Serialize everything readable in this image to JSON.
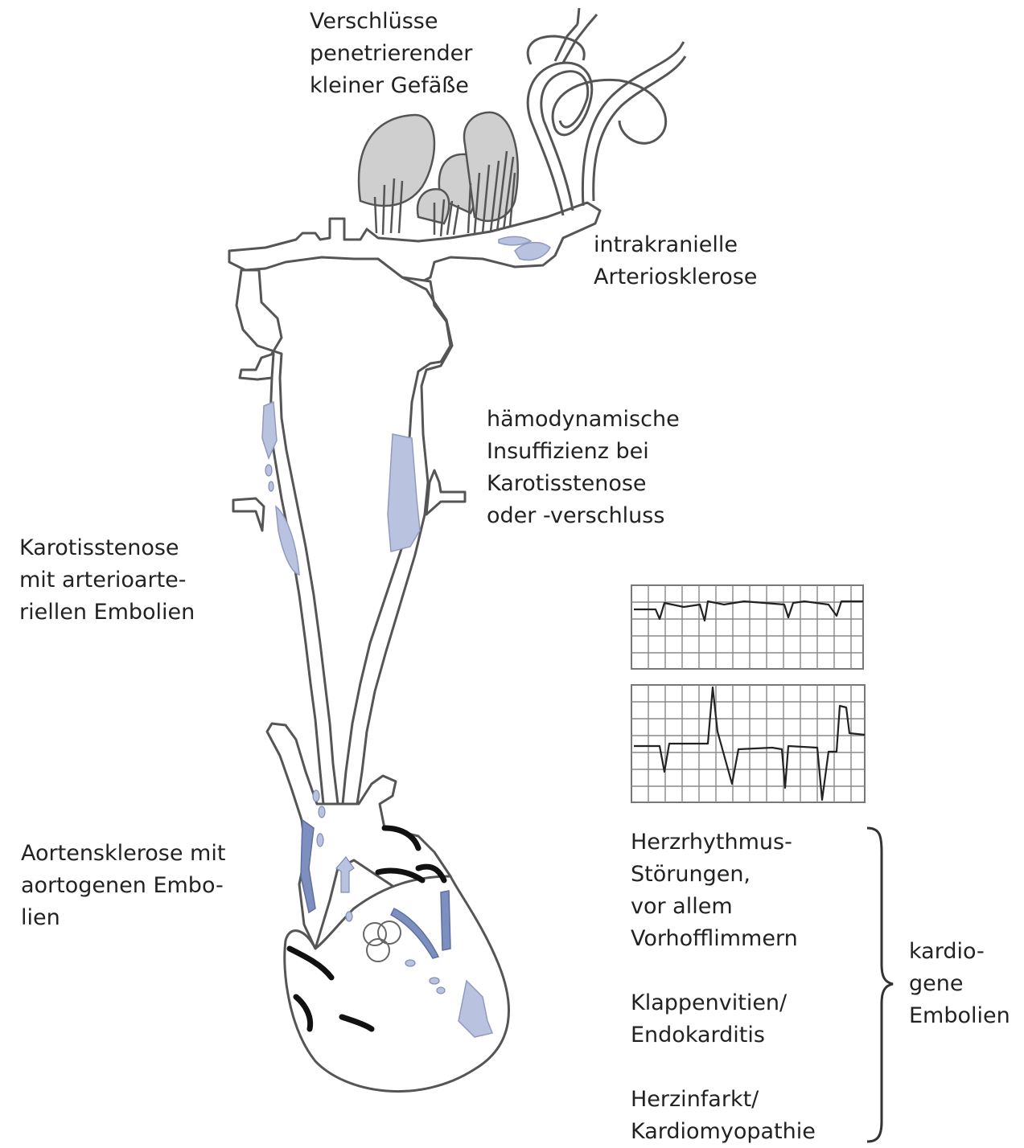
{
  "labels": {
    "small_vessels": [
      "Verschlüsse",
      "penetrierender",
      "kleiner Gefäße"
    ],
    "intracranial": [
      "intrakranielle",
      "Arteriosklerose"
    ],
    "hemodynamic": [
      "hämodynamische",
      "Insuffizienz bei",
      "Karotisstenose",
      "oder -verschluss"
    ],
    "carotid_stenosis": [
      "Karotisstenose",
      "mit arterioarte-",
      "riellen Embolien"
    ],
    "aortic": [
      "Aortensklerose mit",
      "aortogenen Embo-",
      "lien"
    ],
    "arrhythmia": [
      "Herzrhythmus-",
      "Störungen,",
      "vor allem",
      "Vorhofflimmern"
    ],
    "valve": [
      "Klappenvitien/",
      "Endokarditis"
    ],
    "infarction": [
      "Herzinfarkt/",
      "Kardiomyopathie"
    ],
    "cardiogenic": [
      "kardio-",
      "gene",
      "Embolien"
    ]
  },
  "colors": {
    "plaque": "#b9c3e0",
    "plaque_dark": "#7d8fbf",
    "brain_tissue": "#cfcfcf",
    "outline": "#555555",
    "text": "#222222"
  }
}
